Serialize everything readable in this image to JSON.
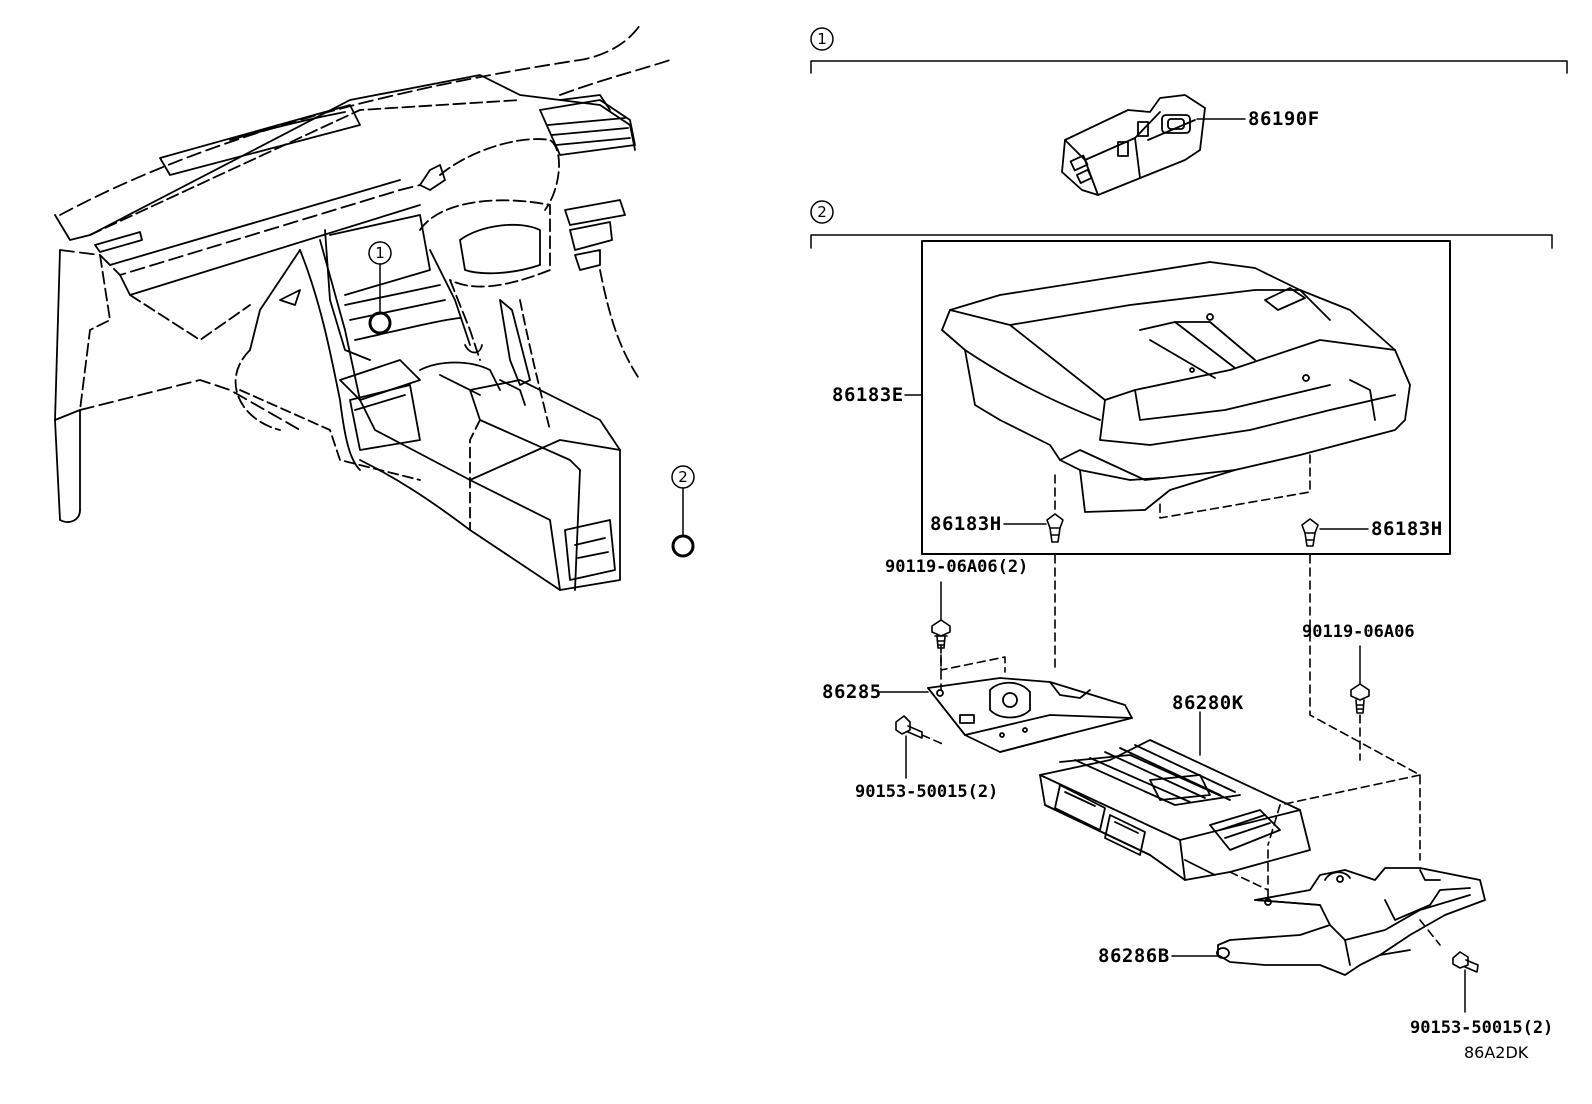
{
  "callouts": {
    "one": "1",
    "two": "2"
  },
  "parts": {
    "p86190F": "86190F",
    "p86183E": "86183E",
    "p86183H_left": "86183H",
    "p86183H_right": "86183H",
    "p90119_left": "90119-06A06(2)",
    "p90119_right": "90119-06A06",
    "p86285": "86285",
    "p86280K": "86280K",
    "p90153_left": "90153-50015(2)",
    "p86286B": "86286B",
    "p90153_right": "90153-50015(2)"
  },
  "diagram_code": "86A2DK"
}
